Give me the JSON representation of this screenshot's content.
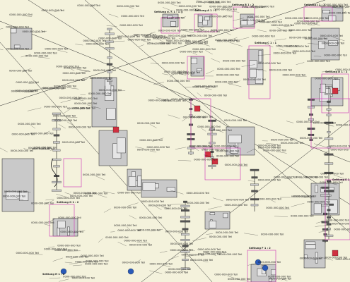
{
  "sheet": {
    "background": "#f4f2dc",
    "part_color": "#c9c9c9",
    "line_color": "#1a1a1a",
    "frame_color": "#d04ab8",
    "highlight_color": "#d03040",
    "blue_color": "#2a5ab8"
  },
  "detail_titles": [
    "Seitlung d. f. 1 : 1 ()",
    "Seitlung A 1 : 1",
    "Seitlung B  1 : 2",
    "Seitlung C 1 : 1",
    "Seitlung D 1 : 2",
    "Seitlung E 1 : 1",
    "Seitlung F 1 : 2",
    "Seitlung G 1 : 2",
    "Seitlung H 1 : 2",
    "Seitlung J 1 : 2"
  ],
  "callout_text": "0000-000-000 Teil"
}
